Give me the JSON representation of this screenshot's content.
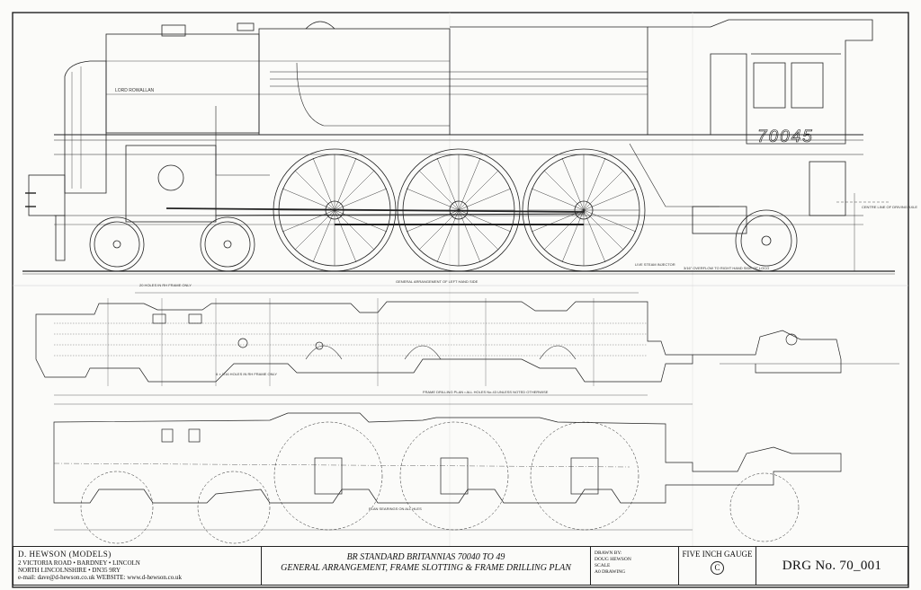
{
  "locomotive": {
    "number": "70045",
    "nameplate": "LORD ROWALLAN"
  },
  "notes": {
    "general_arrangement": "GENERAL ARRANGEMENT OF LEFT HAND SIDE",
    "frame_drilling": "FRAME DRILLING PLAN • ALL HOLES No.43 UNLESS NOTED OTHERWISE",
    "frame_slotting": "PLAN SEARINGS ON ALL HLES",
    "live_steam": "LIVE STEAM INJECTOR",
    "overflow": "3/16\" OVERFLOW TO RIGHT HAND SIDE OF LOCO",
    "centre_line": "CENTRE LINE OF DRIVING AXLE",
    "twenty_holes": "20 HOLES IN RH FRAME ONLY",
    "holes_rh": "6 × 1/16 HOLES IN RH FRAME ONLY"
  },
  "title_block": {
    "maker_name": "D. HEWSON (MODELS)",
    "maker_line1": "2 VICTORIA ROAD • BARDNEY • LINCOLN",
    "maker_line2": "NORTH LINCOLNSHIRE • DN35 9RY",
    "maker_line3": "e-mail: dave@d-hewson.co.uk  WEBSITE: www.d-hewson.co.uk",
    "title_line1": "BR STANDARD BRITANNIAS 70040 TO 49",
    "title_line2": "GENERAL ARRANGEMENT, FRAME SLOTTING & FRAME DRILLING PLAN",
    "drawn_by_label": "DRAWN BY:",
    "drawn_by": "DOUG HEWSON",
    "scale_label": "SCALE",
    "scale": "A0 DRAWING",
    "gauge": "FIVE INCH GAUGE",
    "copyright": "C",
    "drawing_number": "DRG No. 70_001"
  }
}
